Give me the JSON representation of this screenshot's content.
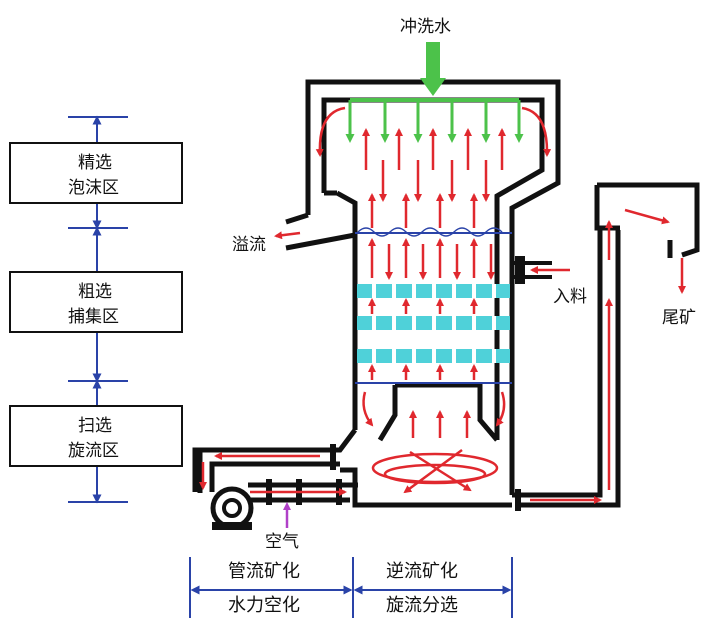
{
  "labels": {
    "wash_water": "冲洗水",
    "overflow": "溢流",
    "feed": "入料",
    "tailings": "尾矿",
    "air": "空气"
  },
  "zones": [
    {
      "line1": "精选",
      "line2": "泡沫区"
    },
    {
      "line1": "粗选",
      "line2": "捕集区"
    },
    {
      "line1": "扫选",
      "line2": "旋流区"
    }
  ],
  "bottom": {
    "left_top": "管流矿化",
    "left_bottom": "水力空化",
    "right_top": "逆流矿化",
    "right_bottom": "旋流分选"
  },
  "colors": {
    "flow_red": "#e0282e",
    "wash_green": "#4cc24a",
    "packing_cyan": "#4fd1d9",
    "dim_blue": "#2a43a8",
    "air_purple": "#b040c8",
    "wall": "#111111"
  }
}
